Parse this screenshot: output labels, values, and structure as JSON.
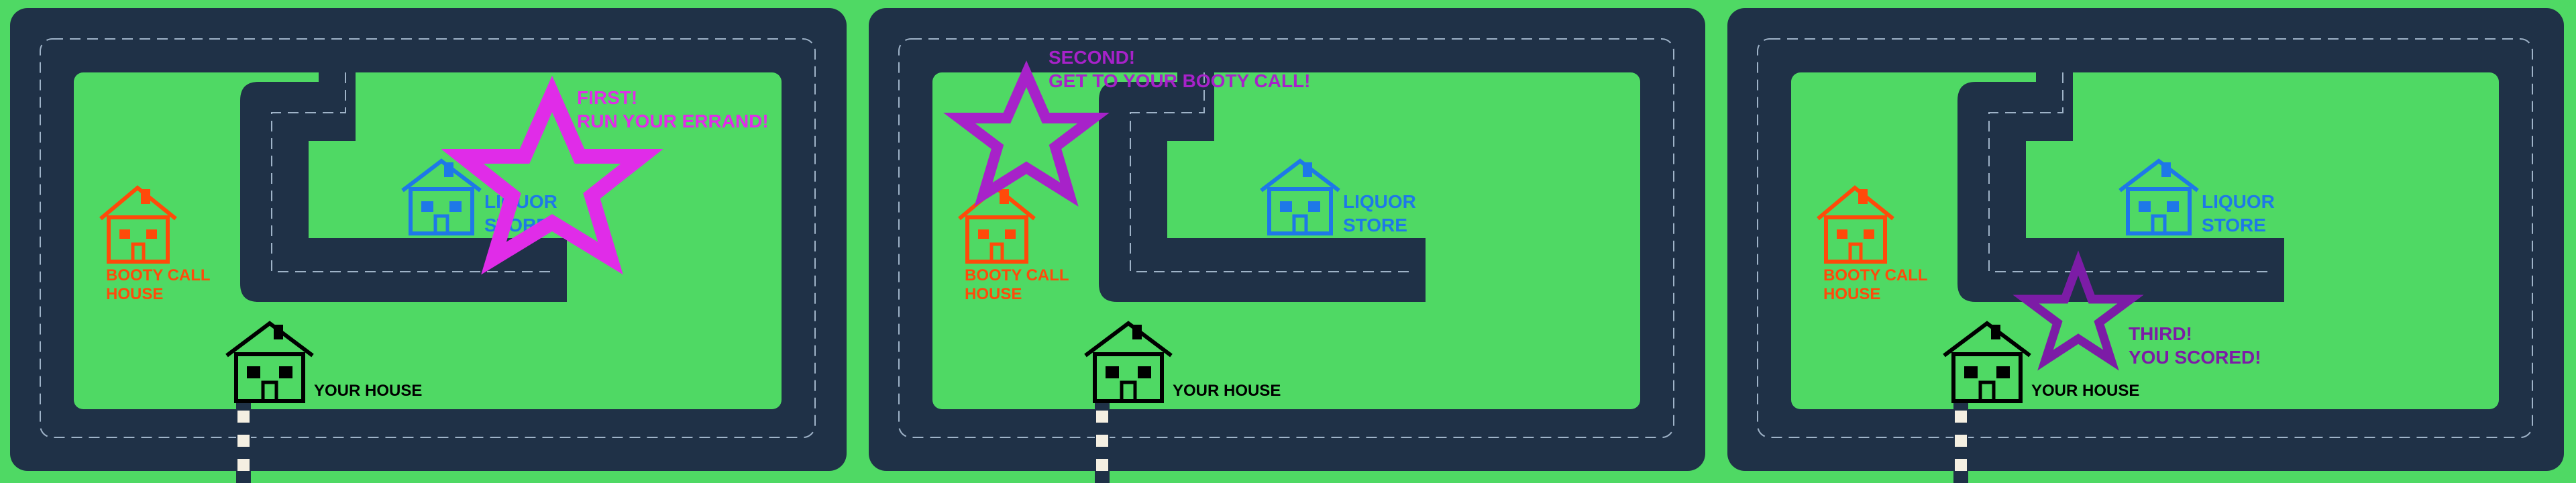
{
  "colors": {
    "background": "#4fd964",
    "road": "#1f3147",
    "road_dash": "#9fb3c8",
    "booty_house": "#ff4a0a",
    "liquor_store": "#1e78e8",
    "your_house": "#000000",
    "star_first": "#e02ce8",
    "star_second": "#a722c9",
    "star_third": "#7c1ca6",
    "stripe": "#f4efe2"
  },
  "labels": {
    "booty_line1": "BOOTY CALL",
    "booty_line2": "HOUSE",
    "liquor_line1": "LIQUOR",
    "liquor_line2": "STORE",
    "your_house": "YOUR HOUSE"
  },
  "panels": [
    {
      "step": "first",
      "callout_line1": "FIRST!",
      "callout_line2": "RUN YOUR ERRAND!",
      "star_color": "#e02ce8",
      "star_target": "liquor-store",
      "star_icon": "star-outline-icon"
    },
    {
      "step": "second",
      "callout_line1": "SECOND!",
      "callout_line2": "GET TO YOUR BOOTY CALL!",
      "star_color": "#a722c9",
      "star_target": "booty-call-house",
      "star_icon": "star-outline-icon"
    },
    {
      "step": "third",
      "callout_line1": "THIRD!",
      "callout_line2": "YOU SCORED!",
      "star_color": "#7c1ca6",
      "star_target": "your-house",
      "star_icon": "star-outline-icon"
    }
  ],
  "icons": [
    "house-icon",
    "store-icon",
    "star-outline-icon"
  ]
}
